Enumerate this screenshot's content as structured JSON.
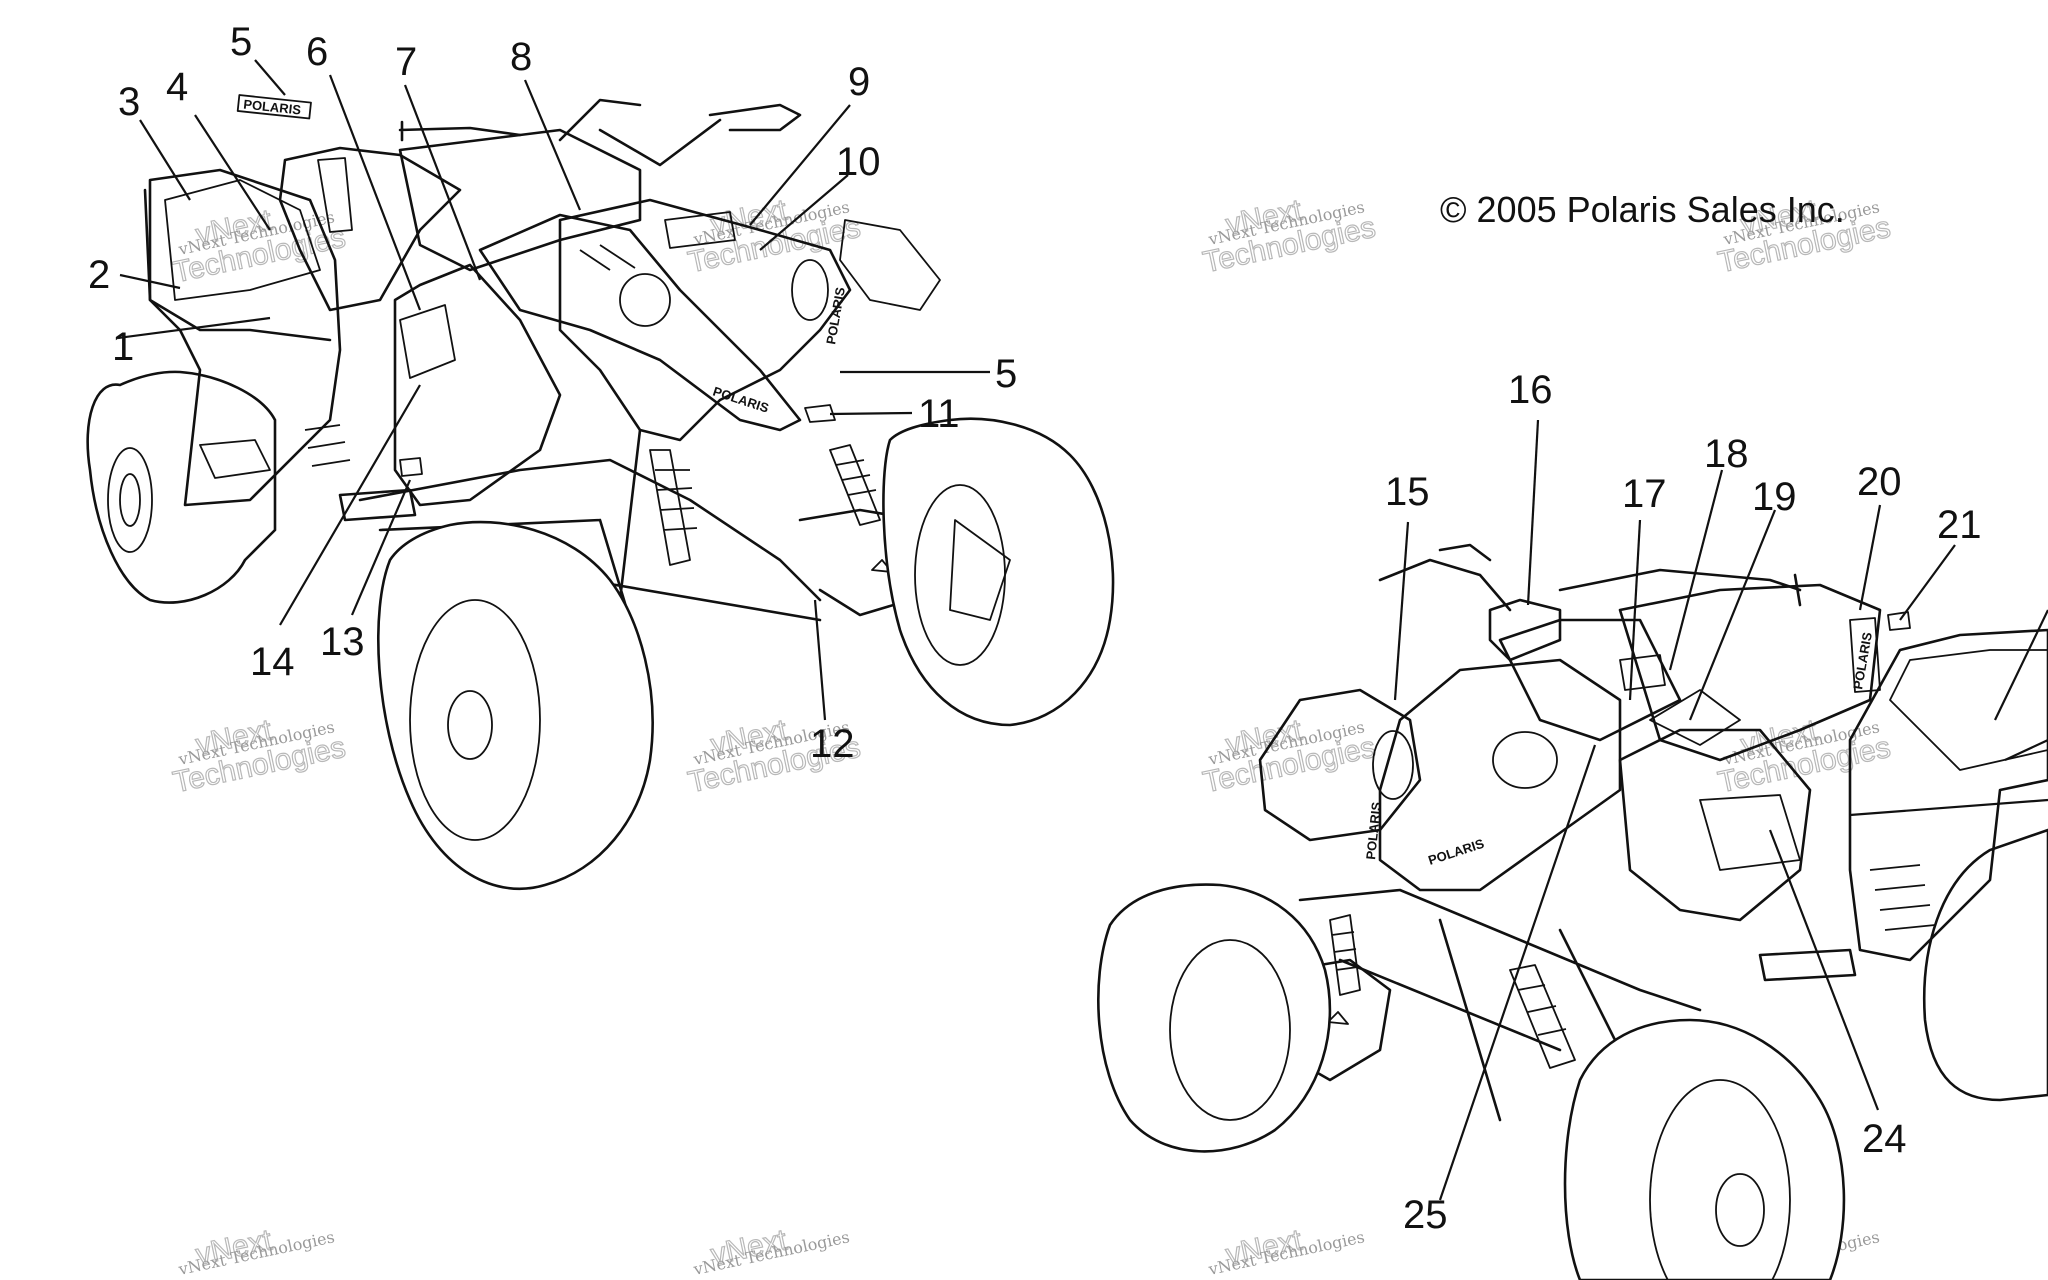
{
  "copyright": "© 2005 Polaris Sales Inc.",
  "watermark": {
    "line1": "vNext Technologies",
    "line2": "Technologies",
    "overlay": "vNext"
  },
  "brand_decal": "POLARIS",
  "callouts": {
    "c1": "1",
    "c2": "2",
    "c3": "3",
    "c4": "4",
    "c5a": "5",
    "c5b": "5",
    "c6": "6",
    "c7": "7",
    "c8": "8",
    "c9": "9",
    "c10": "10",
    "c11": "11",
    "c12": "12",
    "c13": "13",
    "c14": "14",
    "c15": "15",
    "c16": "16",
    "c17": "17",
    "c18": "18",
    "c19": "19",
    "c20": "20",
    "c21": "21",
    "c24": "24",
    "c25": "25"
  }
}
